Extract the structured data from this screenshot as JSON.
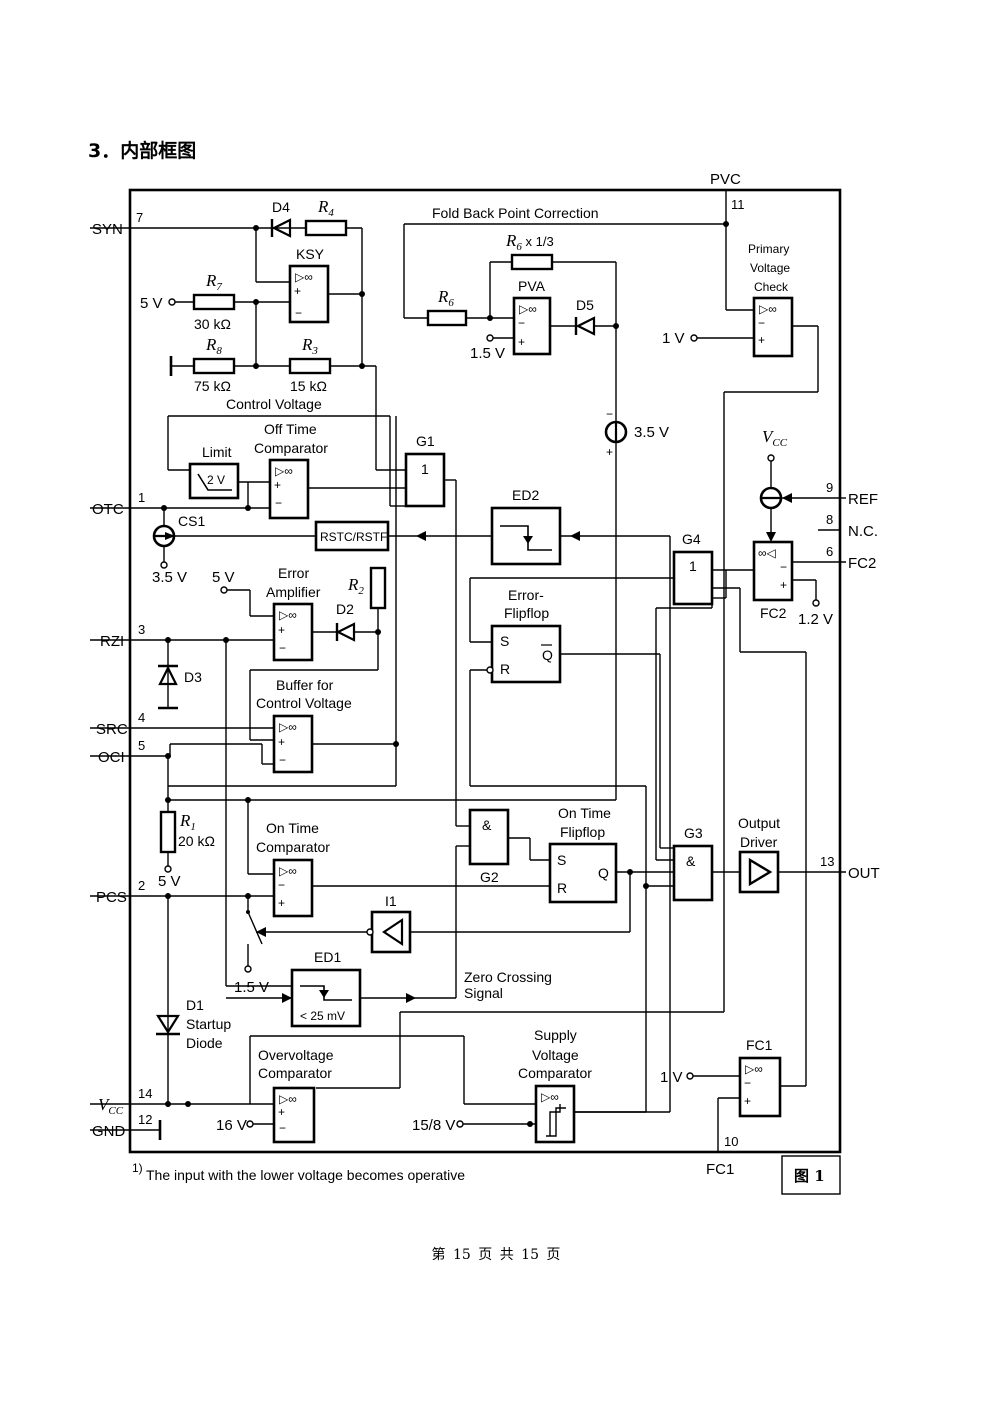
{
  "section_title": "3．内部框图",
  "footer": "第 15 页 共 15 页",
  "figure_label": "图 1",
  "footnote": "The input with the lower voltage becomes operative",
  "footnote_mark": "1)",
  "pins": {
    "syn": {
      "name": "SYN",
      "num": "7"
    },
    "otc": {
      "name": "OTC",
      "num": "1"
    },
    "rzi": {
      "name": "RZI",
      "num": "3"
    },
    "src": {
      "name": "SRC",
      "num": "4"
    },
    "oci": {
      "name": "OCI",
      "num": "5"
    },
    "pcs": {
      "name": "PCS",
      "num": "2"
    },
    "vcc": {
      "name": "V",
      "sub": "CC",
      "num": "14"
    },
    "gnd": {
      "name": "GND",
      "num": "12"
    },
    "pvc": {
      "name": "PVC",
      "num": "11"
    },
    "ref": {
      "name": "REF",
      "num": "9"
    },
    "nc": {
      "name": "N.C.",
      "num": "8"
    },
    "fc2": {
      "name": "FC2",
      "num": "6"
    },
    "out": {
      "name": "OUT",
      "num": "13"
    },
    "fc1": {
      "name": "FC1",
      "num": "10"
    }
  },
  "components": {
    "d4": "D4",
    "r4": {
      "name": "R",
      "sub": "4"
    },
    "ksy": "KSY",
    "r7": {
      "name": "R",
      "sub": "7",
      "value": "30 kΩ"
    },
    "r8": {
      "name": "R",
      "sub": "8",
      "value": "75 kΩ"
    },
    "r3": {
      "name": "R",
      "sub": "3",
      "value": "15 kΩ"
    },
    "control_voltage": "Control Voltage",
    "fold_back": "Fold Back Point Correction",
    "r6x": {
      "name": "R",
      "sub": "6",
      "suffix": "x 1/3"
    },
    "r6": {
      "name": "R",
      "sub": "6"
    },
    "pva": "PVA",
    "d5": "D5",
    "pvc_check": [
      "Primary",
      "Voltage",
      "Check"
    ],
    "limit": "Limit",
    "limit_val": "2 V",
    "off_time": [
      "Off Time",
      "Comparator"
    ],
    "g1": "G1",
    "g1_sym": "1",
    "cs1": "CS1",
    "rstc": "RSTC/RSTF",
    "ed2": "ED2",
    "g4": "G4",
    "g4_sym": "1",
    "fc2_block": "FC2",
    "error_amp": [
      "Error",
      "Amplifier"
    ],
    "r2": {
      "name": "R",
      "sub": "2"
    },
    "d2": "D2",
    "error_ff": [
      "Error-",
      "Flipflop"
    ],
    "d3": "D3",
    "buffer": [
      "Buffer for",
      "Control Voltage"
    ],
    "r1": {
      "name": "R",
      "sub": "1",
      "value": "20 kΩ"
    },
    "on_time_comp": [
      "On Time",
      "Comparator"
    ],
    "g2": "G2",
    "g2_sym": "&",
    "on_time_ff": [
      "On Time",
      "Flipflop"
    ],
    "g3": "G3",
    "g3_sym": "&",
    "output_driver": [
      "Output",
      "Driver"
    ],
    "i1": "I1",
    "ed1": "ED1",
    "ed1_val": "< 25 mV",
    "zero_crossing": [
      "Zero Crossing",
      "Signal"
    ],
    "d1": [
      "D1",
      "Startup",
      "Diode"
    ],
    "ovp": [
      "Overvoltage",
      "Comparator"
    ],
    "supply_check": [
      "Supply",
      "Voltage",
      "Comparator"
    ],
    "fc1_block": "FC1",
    "ff_s": "S",
    "ff_r": "R",
    "ff_q": "Q",
    "ff_qbar": "Q"
  },
  "voltages": {
    "v5_syn": "5 V",
    "v1_5_pva": "1.5 V",
    "v1_pvc": "1 V",
    "v3_5_src": "3.5 V",
    "vcc_ref": {
      "name": "V",
      "sub": "CC"
    },
    "v3_5_cs1": "3.5 V",
    "v5_err": "5 V",
    "v1_2": "1.2 V",
    "v5_r1": "5 V",
    "v1_5_sw": "1.5 V",
    "v1_fc1": "1 V",
    "v16": "16 V",
    "v15_8": "15/8 V"
  }
}
